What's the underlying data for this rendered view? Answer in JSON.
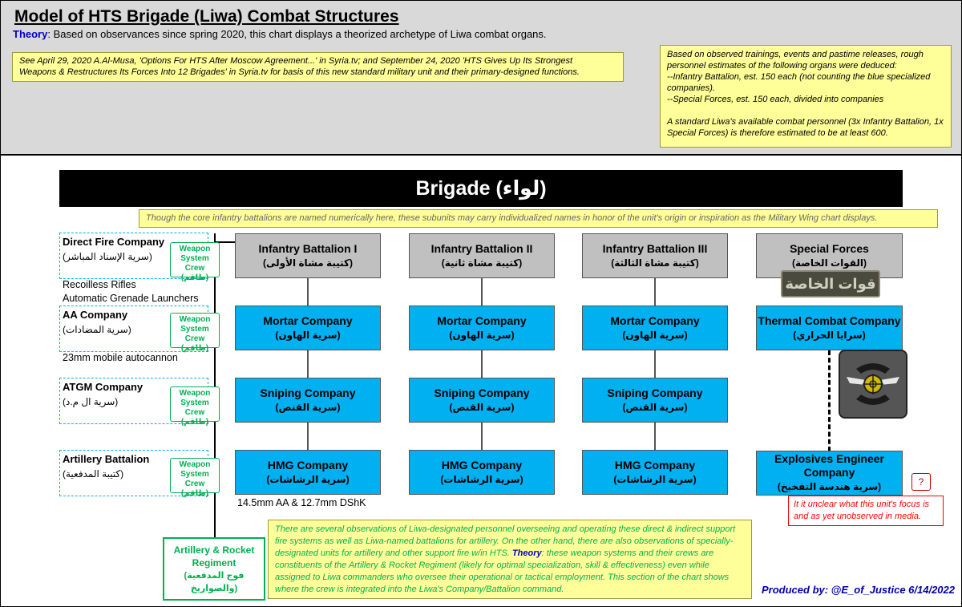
{
  "header": {
    "title": "Model of HTS Brigade (Liwa) Combat Structures",
    "theory_label": "Theory",
    "theory_text": ": Based on observances since spring 2020, this chart displays a theorized archetype of Liwa combat organs."
  },
  "sources_note": {
    "line1": "See April 29, 2020 A.Al-Musa, 'Options For HTS After Moscow Agreement...' in Syria.tv; and September 24, 2020 'HTS Gives Up Its Strongest",
    "line2": "Weapons & Restructures Its Forces Into 12 Brigades' in Syria.tv for basis of this new standard military unit and their primary-designed functions."
  },
  "estimates_note": {
    "p1": "Based on observed trainings, events and pastime releases, rough personnel estimates of the following organs were deduced:",
    "p2": "--Infantry Battalion, est. 150 each (not counting the blue specialized companies).",
    "p3": "--Special Forces, est. 150 each, divided into companies",
    "p4": "A standard Liwa's available combat personnel (3x Infantry Battalion, 1x Special Forces) is therefore estimated to be at least 600."
  },
  "brigade": {
    "title": "Brigade (لواء)",
    "subunits_note": "Though the core infantry battalions are named numerically here, these subunits may carry individualized names in honor of the unit's origin or inspiration as the Military Wing chart displays."
  },
  "support_units": [
    {
      "name": "Direct Fire Company",
      "arabic": "(سرية الإسناد المباشر)",
      "crew": "Weapon System Crew (طاقم)",
      "weapons": [
        "Recoilless Rifles",
        "Automatic Grenade Launchers"
      ]
    },
    {
      "name": "AA Company",
      "arabic": "(سرية المضادات)",
      "crew": "Weapon System Crew (طاقم)",
      "weapons": [
        "23mm mobile autocannon"
      ]
    },
    {
      "name": "ATGM Company",
      "arabic": "(سرية ال م.د)",
      "crew": "Weapon System Crew (طاقم)",
      "weapons": []
    },
    {
      "name": "Artillery Battalion",
      "arabic": "(كتيبة المدفعية)",
      "crew": "Weapon System Crew (طاقم)",
      "weapons": []
    }
  ],
  "battalions": [
    {
      "name": "Infantry Battalion I",
      "arabic": "(كتيبة مشاة الأولى)",
      "companies": [
        {
          "name": "Mortar Company",
          "arabic": "(سرية الهاون)"
        },
        {
          "name": "Sniping Company",
          "arabic": "(سرية القنص)"
        },
        {
          "name": "HMG Company",
          "arabic": "(سرية الرشاشات)"
        }
      ]
    },
    {
      "name": "Infantry Battalion II",
      "arabic": "(كتيبة مشاة ثانية)",
      "companies": [
        {
          "name": "Mortar Company",
          "arabic": "(سرية الهاون)"
        },
        {
          "name": "Sniping Company",
          "arabic": "(سرية القنص)"
        },
        {
          "name": "HMG Company",
          "arabic": "(سرية الرشاشات)"
        }
      ]
    },
    {
      "name": "Infantry Battalion III",
      "arabic": "(كتيبة مشاة الثالثة)",
      "companies": [
        {
          "name": "Mortar Company",
          "arabic": "(سرية الهاون)"
        },
        {
          "name": "Sniping Company",
          "arabic": "(سرية القنص)"
        },
        {
          "name": "HMG Company",
          "arabic": "(سرية الرشاشات)"
        }
      ]
    }
  ],
  "hmg_note": "14.5mm AA & 12.7mm DShK",
  "special_forces": {
    "name": "Special Forces",
    "arabic": "(القوات الخاصة)",
    "patch_text": "قوات الخاصة",
    "companies": [
      {
        "name": "Thermal Combat Company",
        "arabic": "(سرايا الحراري)"
      },
      {
        "name": "Explosives Engineer Company",
        "arabic": "(سرية هندسة التفخيخ)"
      }
    ]
  },
  "question_mark": "?",
  "unclear_note": "It it unclear what this unit's focus is and as yet unobserved in media.",
  "regiment": {
    "name": "Artillery & Rocket Regiment",
    "arabic": "(فوج المدفعية والصواريخ)"
  },
  "theory_note": {
    "part1": "There are several observations of Liwa-designated personnel overseeing and operating these direct & indirect support fire systems as well as Liwa-named battalions for artillery. On the other hand, there are also observations of specially-designated units for artillery and other support fire w/in HTS. ",
    "theory_label": "Theory",
    "part2": ": these weapon systems and their crews are constituents of the Artillery & Rocket Regiment (likely for optimal specialization, skill & effectiveness) even while assigned to Liwa commanders who oversee their operational or tactical employment. This section of the chart shows where the crew is integrated into the Liwa's Company/Battalion command."
  },
  "credit": "Produced by: @E_of_Justice  6/14/2022",
  "colors": {
    "header_bg": "#d9d9d9",
    "note_bg": "#ffff99",
    "company_blue": "#00b0f0",
    "battalion_gray": "#c0c0c0",
    "crew_green": "#00b050",
    "alert_red": "#ff0000",
    "credit_blue": "#0000aa"
  }
}
